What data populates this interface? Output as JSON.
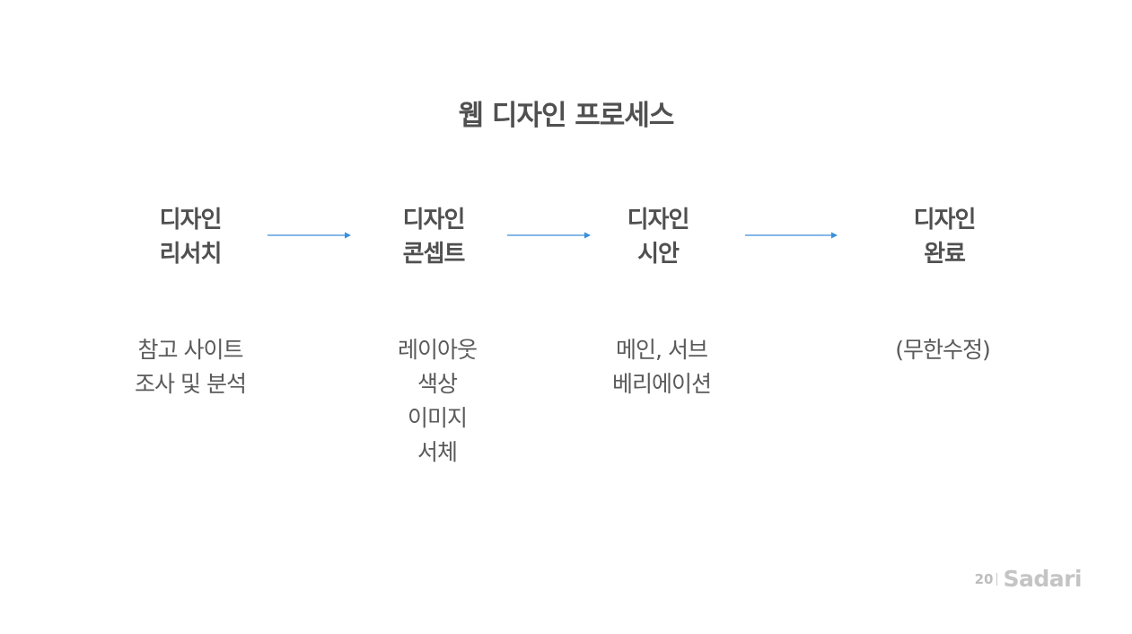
{
  "title": "웹 디자인 프로세스",
  "steps": [
    {
      "line1": "디자인",
      "line2": "리서치",
      "desc": [
        "참고 사이트",
        "조사 및 분석"
      ]
    },
    {
      "line1": "디자인",
      "line2": "콘셉트",
      "desc": [
        "레이아웃",
        "색상",
        "이미지",
        "서체"
      ]
    },
    {
      "line1": "디자인",
      "line2": "시안",
      "desc": [
        "메인, 서브",
        "베리에이션"
      ]
    },
    {
      "line1": "디자인",
      "line2": "완료",
      "desc": [
        "(무한수정)"
      ]
    }
  ],
  "arrow_color": "#3a8fd9",
  "footer": {
    "page_number": "20",
    "brand": "Sadari"
  }
}
